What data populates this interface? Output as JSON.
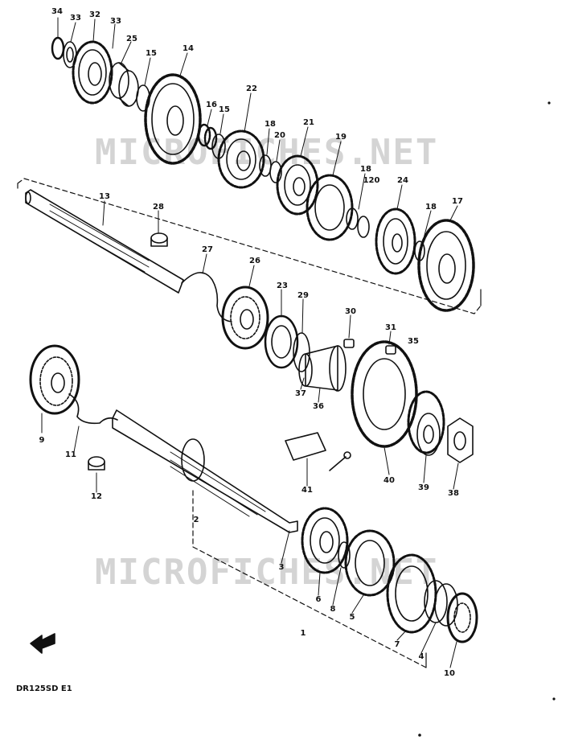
{
  "watermarks": [
    "MICROFICHES.NET",
    "MICROFICHES.NET"
  ],
  "model_code": "DR125SD E1",
  "callouts": [
    "34",
    "33",
    "32",
    "33",
    "25",
    "15",
    "14",
    "16",
    "15",
    "22",
    "18",
    "20",
    "21",
    "19",
    "18",
    "120",
    "24",
    "18",
    "17",
    "13",
    "28",
    "27",
    "26",
    "23",
    "29",
    "30",
    "31",
    "35",
    "37",
    "36",
    "9",
    "11",
    "12",
    "41",
    "40",
    "39",
    "38",
    "2",
    "3",
    "6",
    "8",
    "5",
    "7",
    "4",
    "10",
    "1"
  ],
  "icons": {
    "front_arrow": "front-arrow-icon"
  },
  "colors": {
    "ink": "#111111",
    "watermark": "#d4d4d4"
  }
}
